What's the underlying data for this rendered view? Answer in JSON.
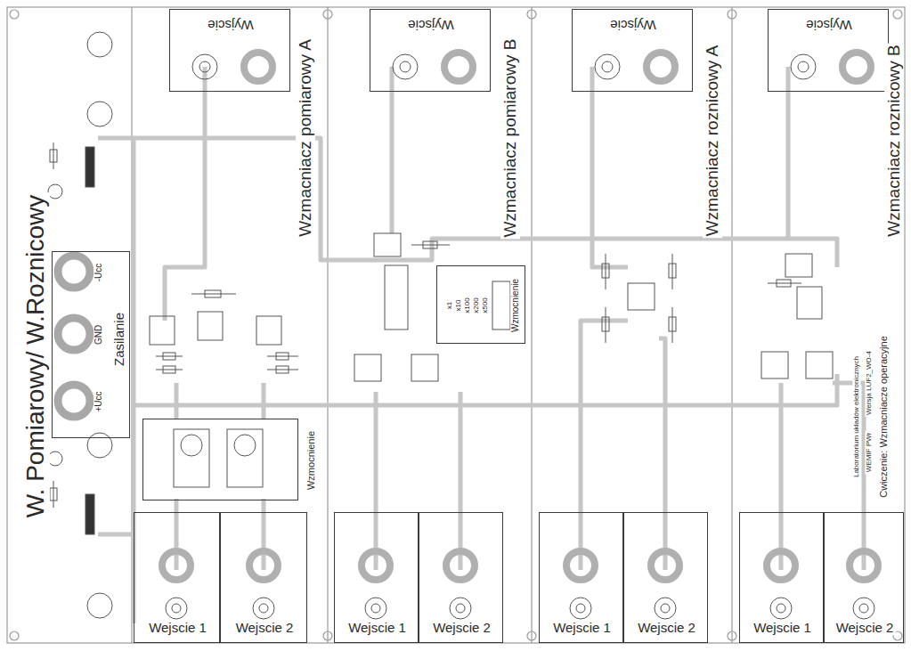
{
  "diagram": {
    "title": "W. Pomiarowy/ W.Roznicowy",
    "nodes": [
      {
        "text": [
          "Zasilanie",
          "+Ucc",
          "GND",
          "-Ucc"
        ]
      },
      {
        "text": [
          "Wzmocnienie"
        ]
      },
      {
        "text": [
          "Wyjscie"
        ]
      },
      {
        "text": [
          "Wejscie 1"
        ]
      },
      {
        "text": [
          "Wejscie 2"
        ]
      },
      {
        "text": [
          "Wyjscie"
        ]
      },
      {
        "text": [
          "Wzmocnienie",
          "x1",
          "x10",
          "x100",
          "x200",
          "x500"
        ]
      },
      {
        "text": [
          "Wejscie 1"
        ]
      },
      {
        "text": [
          "Wejscie 2"
        ]
      },
      {
        "text": [
          "Wyjscie"
        ]
      },
      {
        "text": [
          "Wejscie 1"
        ]
      },
      {
        "text": [
          "Wejscie 2"
        ]
      },
      {
        "text": [
          "Wyjscie"
        ]
      },
      {
        "text": [
          "Wejscie 1"
        ]
      },
      {
        "text": [
          "Wejscie 2"
        ]
      }
    ],
    "labels": [
      "Wzmacniacz pomiarowy A",
      "Wzmacniacz pomiarowy B",
      "Wzmacniacz roznicowy A",
      "Wzmacniacz roznicowy B",
      "Laboratorium układów elektronicznych",
      "WEMIF PWr",
      "Wersja LUF2_WO-4",
      "Cwiczenie: Wzmacniacze operacyjne"
    ]
  }
}
